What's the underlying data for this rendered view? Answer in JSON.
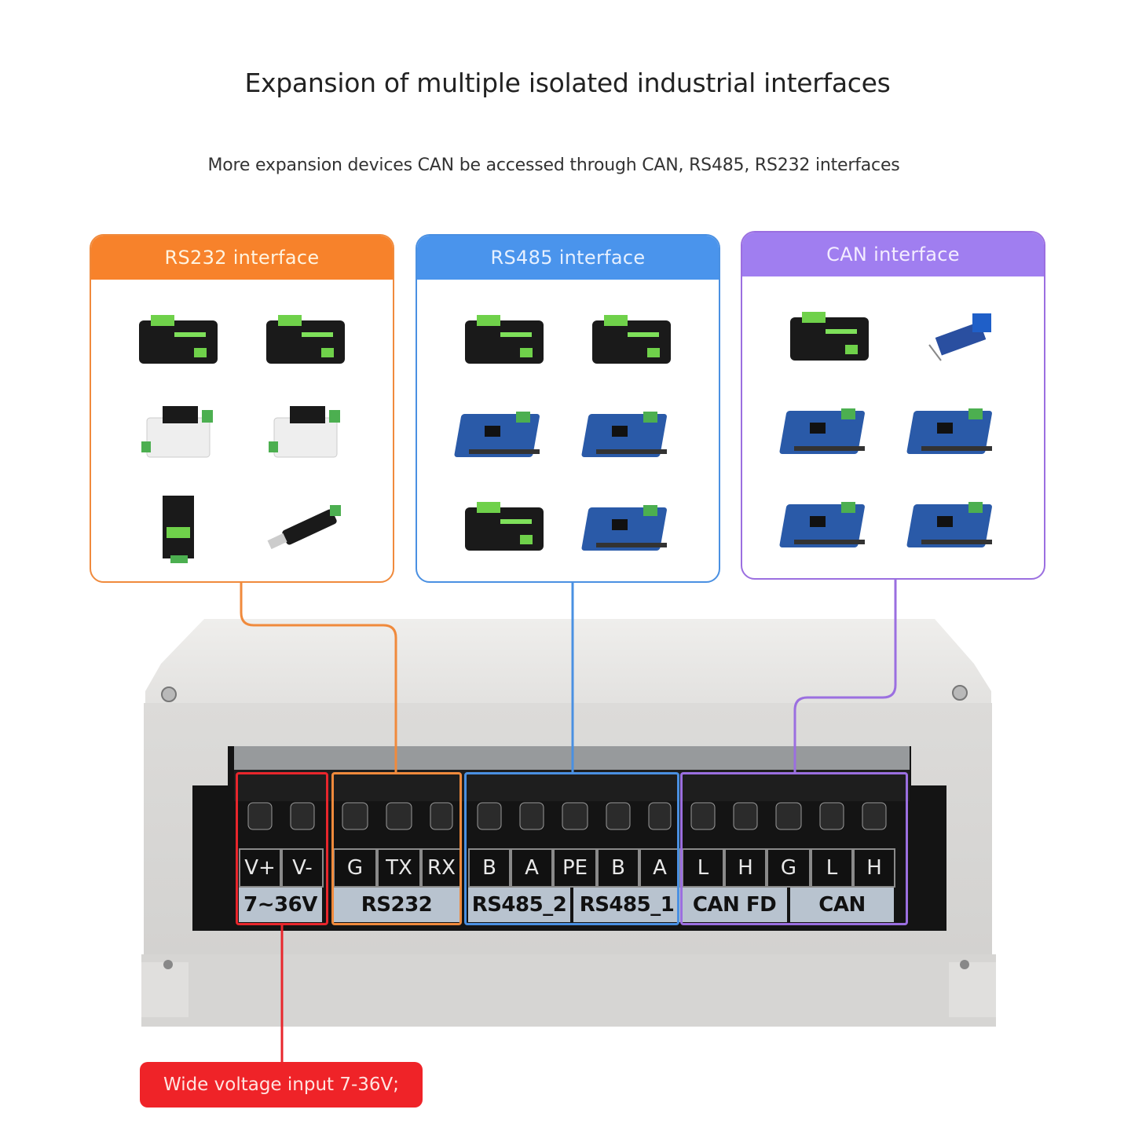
{
  "title": "Expansion of multiple isolated industrial interfaces",
  "subtitle": "More expansion devices CAN be accessed through CAN, RS485, RS232 interfaces",
  "colors": {
    "rs232": "#f7822b",
    "rs485": "#4a94ec",
    "can": "#a07ef0",
    "power": "#ef2328"
  },
  "panels": [
    {
      "id": "rs232",
      "label": "RS232 interface",
      "devices": [
        "black-din-rail-converter",
        "black-ethernet-serial-server",
        "white-din-converter",
        "white-din-converter",
        "black-rail-module",
        "usb-to-serial-dongle"
      ]
    },
    {
      "id": "rs485",
      "label": "RS485 interface",
      "devices": [
        "usb-to-rs485-box",
        "serial-server-box",
        "pi-zero-rs485-hat",
        "pi-rs485-hat",
        "rail-relay-module",
        "pi-rs485-can-hat"
      ]
    },
    {
      "id": "can",
      "label": "CAN interface",
      "devices": [
        "rail-can-module",
        "can-transceiver-board",
        "pico-can-board",
        "pi-can-hat",
        "can-shield-board",
        "pi-2ch-can-hat"
      ]
    }
  ],
  "terminal": {
    "pins": [
      "V+",
      "V-",
      "G",
      "TX",
      "RX",
      "B",
      "A",
      "PE",
      "B",
      "A",
      "L",
      "H",
      "G",
      "L",
      "H"
    ],
    "groups": [
      {
        "label": "7~36V",
        "frame": "power"
      },
      {
        "label": "RS232",
        "frame": "rs232"
      },
      {
        "label": "RS485_2",
        "frame": "rs485"
      },
      {
        "label": "RS485_1",
        "frame": "rs485"
      },
      {
        "label": "CAN FD",
        "frame": "can"
      },
      {
        "label": "CAN",
        "frame": "can"
      }
    ]
  },
  "callout": "Wide voltage input 7-36V;"
}
